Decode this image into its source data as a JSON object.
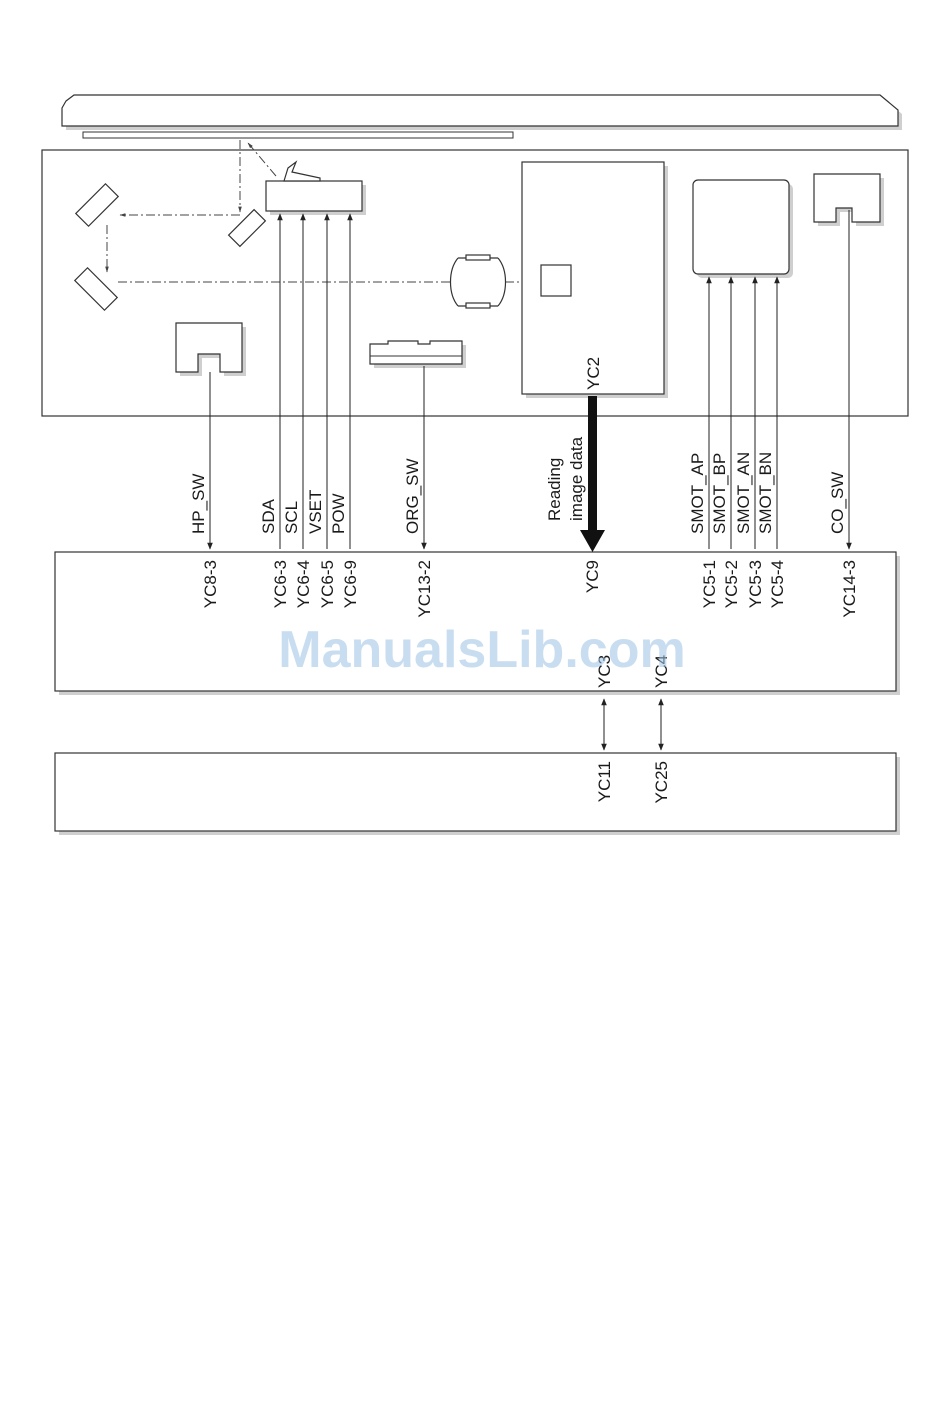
{
  "signals_top": {
    "hp_sw": "HP_SW",
    "sda": "SDA",
    "scl": "SCL",
    "vset": "VSET",
    "pow": "POW",
    "org_sw": "ORG_SW",
    "reading_1": "Reading",
    "reading_2": "image data",
    "smot_ap": "SMOT_AP",
    "smot_bp": "SMOT_BP",
    "smot_an": "SMOT_AN",
    "smot_bn": "SMOT_BN",
    "co_sw": "CO_SW"
  },
  "connectors": {
    "yc2": "YC2",
    "yc8_3": "YC8-3",
    "yc6_3": "YC6-3",
    "yc6_4": "YC6-4",
    "yc6_5": "YC6-5",
    "yc6_9": "YC6-9",
    "yc13_2": "YC13-2",
    "yc9": "YC9",
    "yc5_1": "YC5-1",
    "yc5_2": "YC5-2",
    "yc5_3": "YC5-3",
    "yc5_4": "YC5-4",
    "yc14_3": "YC14-3",
    "yc3": "YC3",
    "yc4": "YC4",
    "yc11": "YC11",
    "yc25": "YC25"
  },
  "watermark": "ManualsLib.com"
}
